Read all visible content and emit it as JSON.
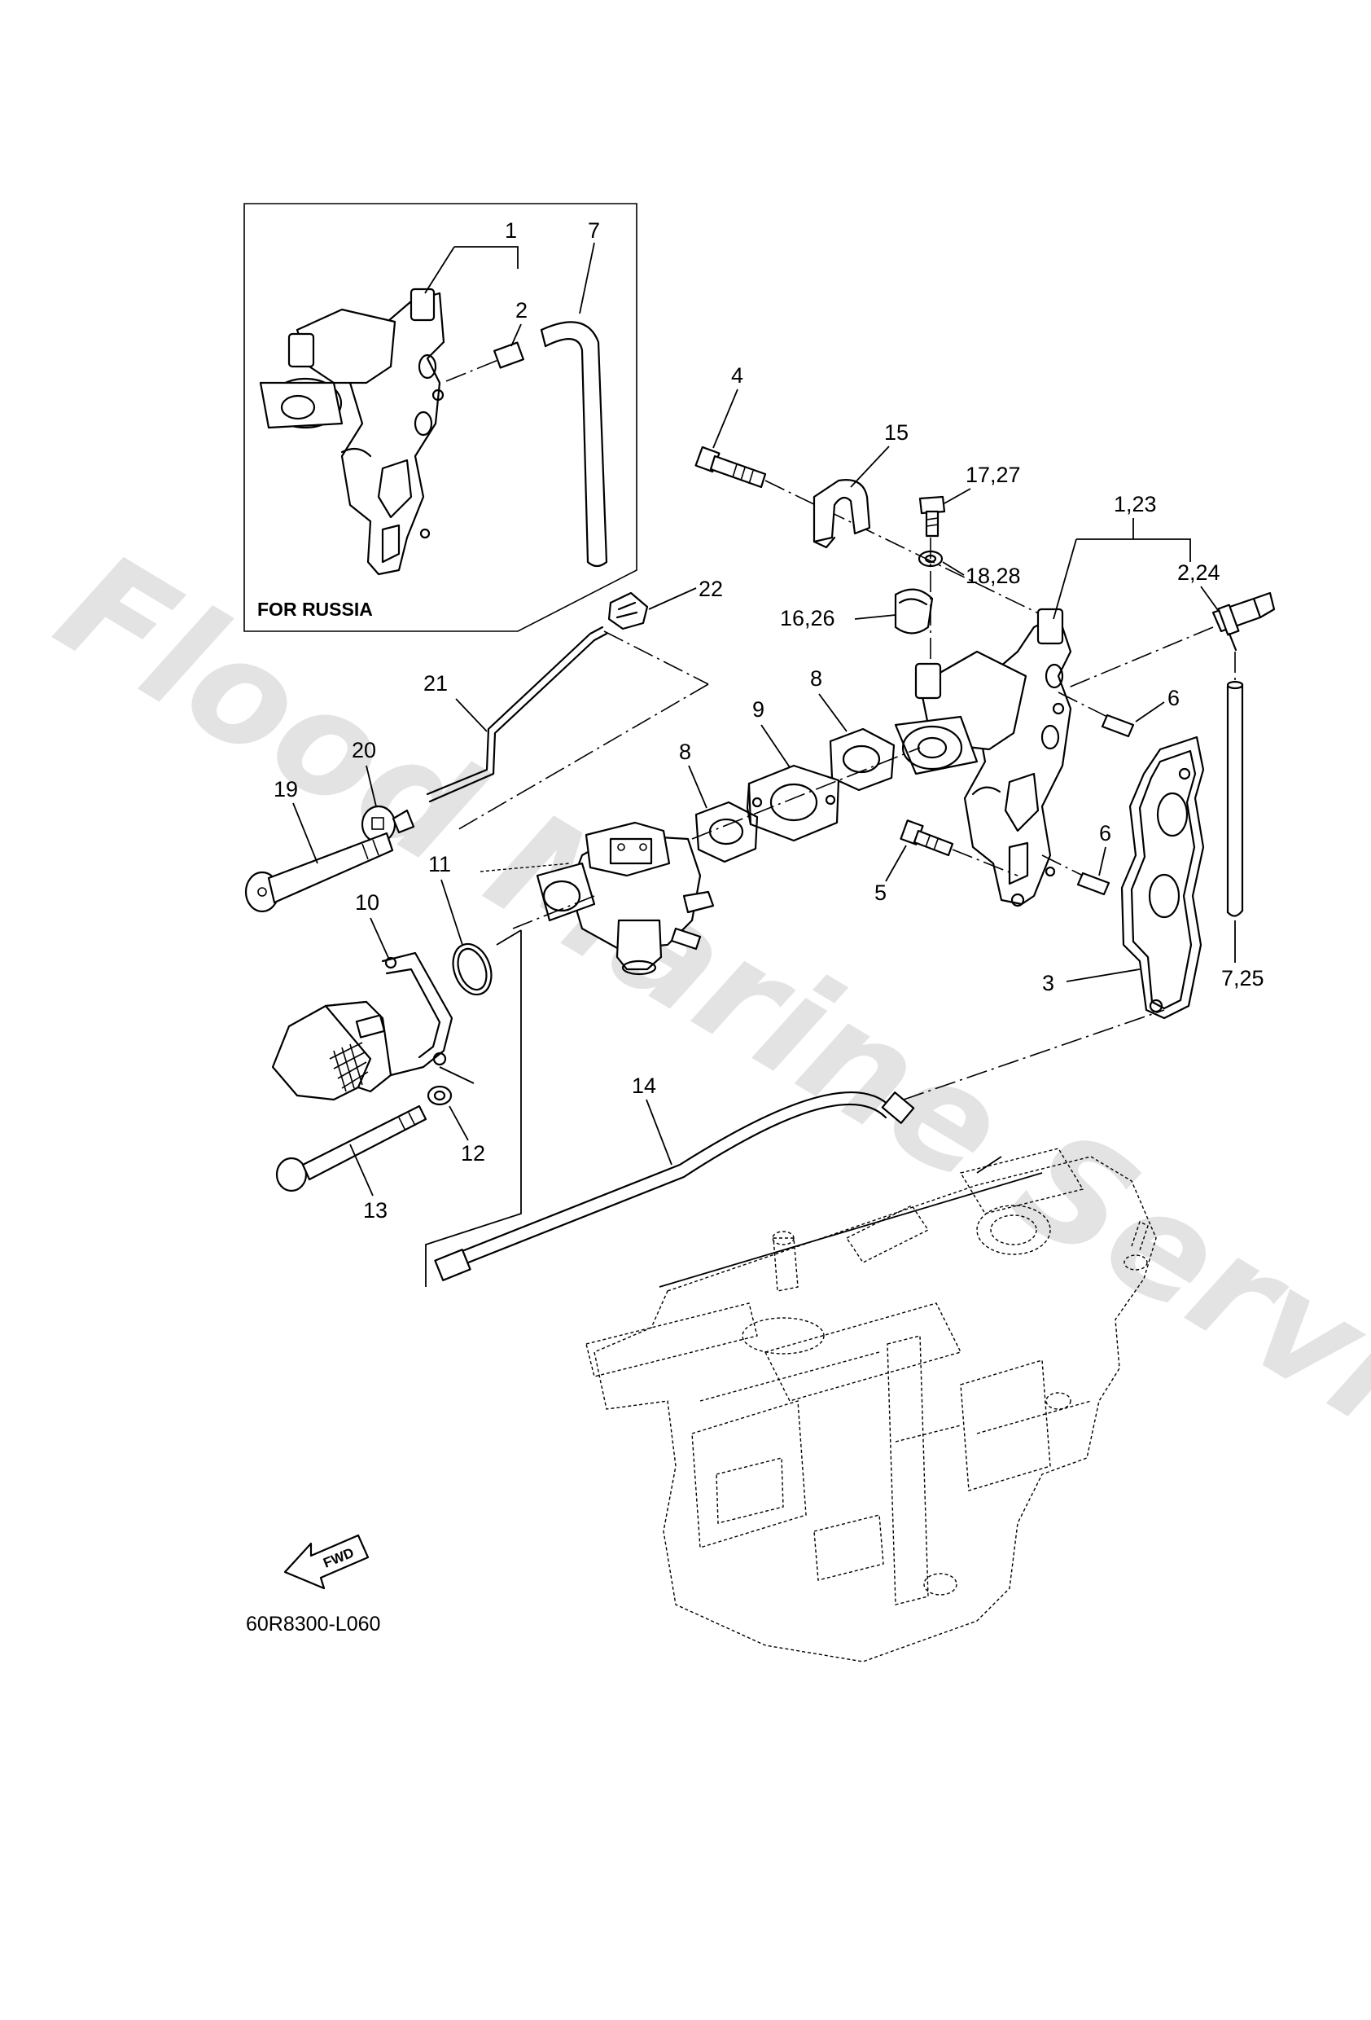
{
  "inset": {
    "label": "FOR RUSSIA"
  },
  "diagram_code": "60R8300-L060",
  "fwd_label": "FWD",
  "watermark": "Flood Marine Services",
  "callouts": {
    "c1": "1",
    "c2": "2",
    "c7": "7",
    "c4": "4",
    "c15": "15",
    "c17_27": "17,27",
    "c1_23": "1,23",
    "c18_28": "18,28",
    "c2_24": "2,24",
    "c22": "22",
    "c16_26": "16,26",
    "c21": "21",
    "c8a": "8",
    "c9": "9",
    "c8b": "8",
    "c6a": "6",
    "c20": "20",
    "c19": "19",
    "c6b": "6",
    "c5": "5",
    "c11": "11",
    "c10": "10",
    "c3": "3",
    "c7_25": "7,25",
    "c14": "14",
    "c12": "12",
    "c13": "13"
  }
}
